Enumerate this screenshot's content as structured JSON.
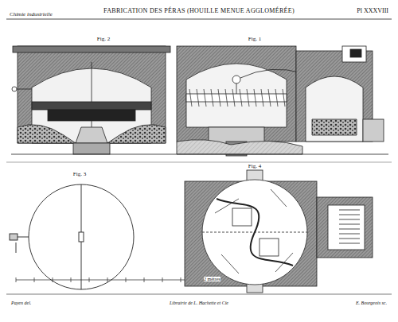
{
  "diagram": {
    "title": "FABRICATION DES PÉRAS (HOUILLE MENUE AGGLOMÉRÉE)",
    "labels": [
      "Chimie industrielle",
      "Pl XXXVIII",
      "Fig. 2",
      "Fig. 1",
      "Fig. 3",
      "Fig. 4",
      "2 mètres",
      "Payen del.",
      "Librairie de L. Hachette et Cie",
      "E. Bourgeois sc."
    ]
  }
}
